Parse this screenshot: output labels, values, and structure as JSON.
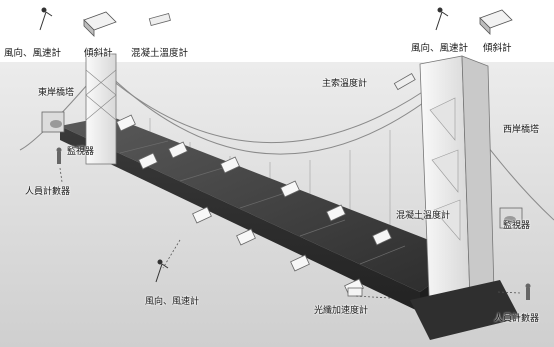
{
  "labels": {
    "top_left_wind": "風向、風速計",
    "top_left_tilt": "傾斜計",
    "top_left_concrete_temp": "混凝土溫度計",
    "top_right_wind": "風向、風速計",
    "top_right_tilt": "傾斜計",
    "main_cable_temp": "主索溫度計",
    "east_tower": "東岸橋塔",
    "west_tower": "西岸橋塔",
    "left_monitor": "監視器",
    "right_monitor": "監視器",
    "left_counter": "人員計數器",
    "right_counter": "人員計數器",
    "mid_concrete_temp": "混凝土溫度計",
    "bottom_wind": "風向、風速計",
    "fiber_accel": "光纖加速度計"
  },
  "colors": {
    "background": "#ffffff",
    "ground": "#dedede",
    "deck": "#3c3c3c",
    "tower": "#f4f4f4",
    "cable": "#8a8a8a",
    "leader": "#555555"
  },
  "icons": [
    "anemometer-icon",
    "tilt-meter-icon",
    "thermometer-icon",
    "camera-icon",
    "people-counter-icon",
    "accelerometer-icon"
  ]
}
